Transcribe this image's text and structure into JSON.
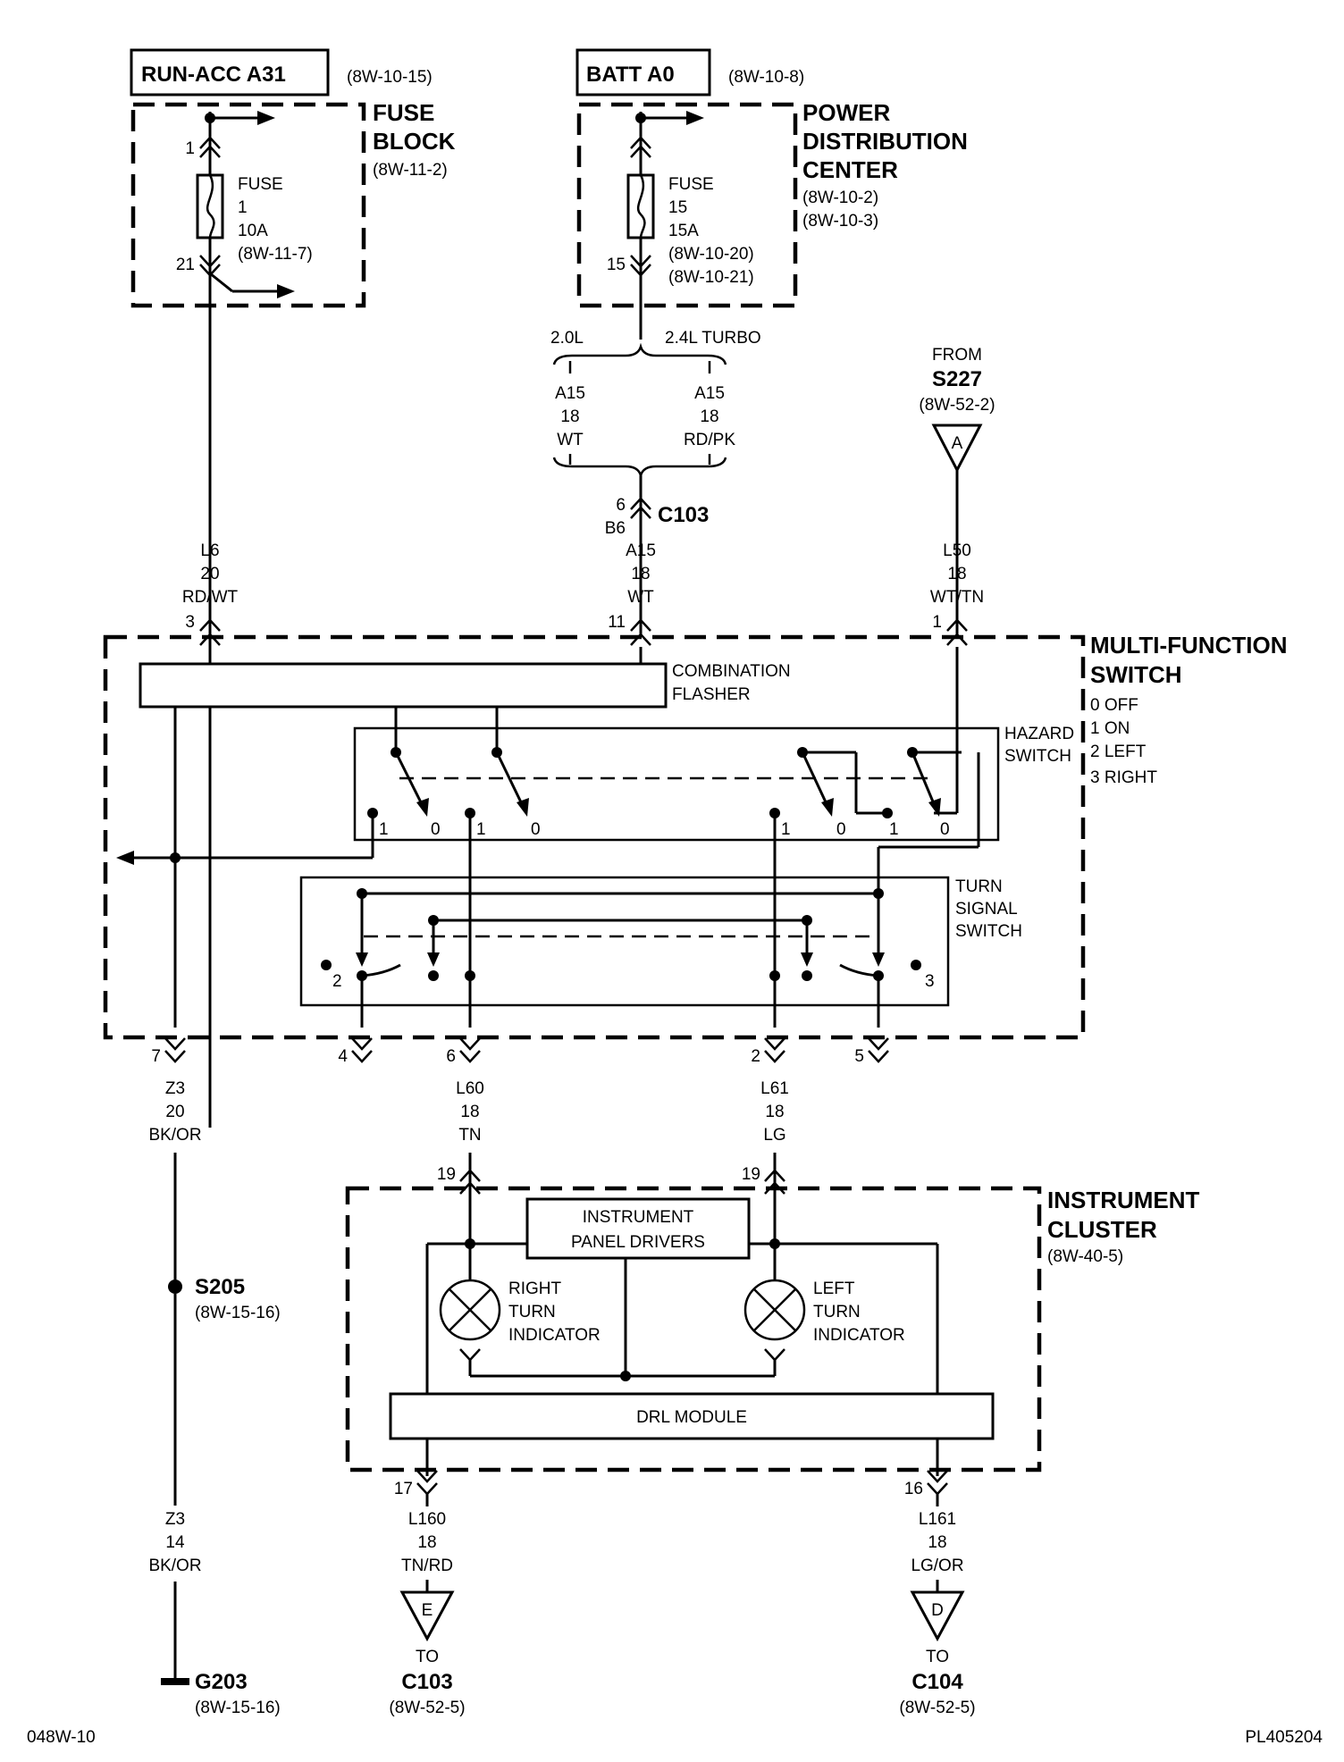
{
  "sources": {
    "run_acc": {
      "name": "RUN-ACC A31",
      "ref": "(8W-10-15)"
    },
    "batt": {
      "name": "BATT A0",
      "ref": "(8W-10-8)"
    }
  },
  "fuse_block": {
    "title": [
      "FUSE",
      "BLOCK"
    ],
    "ref": "(8W-11-2)",
    "fuse": [
      "FUSE",
      "1",
      "10A",
      "(8W-11-7)"
    ],
    "pin_in": "1",
    "pin_out": "21"
  },
  "pdc": {
    "title": [
      "POWER",
      "DISTRIBUTION",
      "CENTER"
    ],
    "refs": [
      "(8W-10-2)",
      "(8W-10-3)"
    ],
    "fuse": [
      "FUSE",
      "15",
      "15A",
      "(8W-10-20)",
      "(8W-10-21)"
    ],
    "pin_out": "15"
  },
  "engine_split": {
    "left": {
      "label": "2.0L",
      "wire": [
        "A15",
        "18",
        "WT"
      ]
    },
    "right": {
      "label": "2.4L TURBO",
      "wire": [
        "A15",
        "18",
        "RD/PK"
      ]
    }
  },
  "c103_top": {
    "pins": [
      "6",
      "B6"
    ],
    "name": "C103"
  },
  "from_s227": {
    "from": "FROM",
    "name": "S227",
    "ref": "(8W-52-2)",
    "letter": "A"
  },
  "mfs_inputs": [
    {
      "wire": [
        "L6",
        "20",
        "RD/WT"
      ],
      "pin": "3"
    },
    {
      "wire": [
        "A15",
        "18",
        "WT"
      ],
      "pin": "11"
    },
    {
      "wire": [
        "L50",
        "18",
        "WT/TN"
      ],
      "pin": "1"
    }
  ],
  "mfs": {
    "title": [
      "MULTI-FUNCTION",
      "SWITCH"
    ],
    "positions": [
      "0 OFF",
      "1 ON",
      "2 LEFT",
      "3 RIGHT"
    ],
    "flasher": [
      "COMBINATION",
      "FLASHER"
    ],
    "hazard": [
      "HAZARD",
      "SWITCH"
    ],
    "turn": [
      "TURN",
      "SIGNAL",
      "SWITCH"
    ],
    "hazard_contacts": [
      "1",
      "0",
      "1",
      "0",
      "1",
      "0",
      "1",
      "0"
    ],
    "turn_positions": [
      "2",
      "3"
    ]
  },
  "mfs_outputs": [
    {
      "pin": "7",
      "wire": [
        "Z3",
        "20",
        "BK/OR"
      ]
    },
    {
      "pin": "4"
    },
    {
      "pin": "6",
      "wire": [
        "L60",
        "18",
        "TN"
      ]
    },
    {
      "pin": "2",
      "wire": [
        "L61",
        "18",
        "LG"
      ]
    },
    {
      "pin": "5"
    }
  ],
  "splice": {
    "name": "S205",
    "ref": "(8W-15-16)"
  },
  "ground_wire": [
    "Z3",
    "14",
    "BK/OR"
  ],
  "ground": {
    "name": "G203",
    "ref": "(8W-15-16)"
  },
  "cluster": {
    "title": [
      "INSTRUMENT",
      "CLUSTER"
    ],
    "ref": "(8W-40-5)",
    "drivers": [
      "INSTRUMENT",
      "PANEL DRIVERS"
    ],
    "right_ind": [
      "RIGHT",
      "TURN",
      "INDICATOR"
    ],
    "left_ind": [
      "LEFT",
      "TURN",
      "INDICATOR"
    ],
    "drl": "DRL MODULE",
    "pin_in_left": "19",
    "pin_in_right": "19",
    "pin_out_left": "17",
    "pin_out_right": "16"
  },
  "outputs": [
    {
      "wire": [
        "L160",
        "18",
        "TN/RD"
      ],
      "letter": "E",
      "to": "TO",
      "name": "C103",
      "ref": "(8W-52-5)"
    },
    {
      "wire": [
        "L161",
        "18",
        "LG/OR"
      ],
      "letter": "D",
      "to": "TO",
      "name": "C104",
      "ref": "(8W-52-5)"
    }
  ],
  "footer": {
    "left": "048W-10",
    "right": "PL405204"
  }
}
